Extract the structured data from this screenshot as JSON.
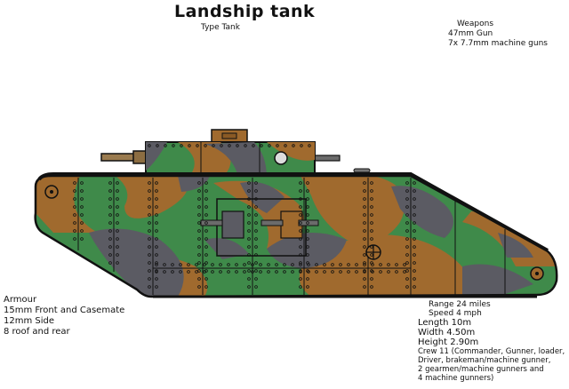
{
  "header": {
    "title": "Landship tank",
    "subtitle": "Type Tank"
  },
  "weapons": {
    "heading": "Weapons",
    "lines": [
      "47mm Gun",
      "7x 7.7mm machine guns"
    ]
  },
  "armour": {
    "heading": "Armour",
    "lines": [
      "15mm Front and Casemate",
      "12mm Side",
      "8 roof and rear"
    ]
  },
  "performance": {
    "range": "Range 24 miles",
    "speed": "Speed 4 mph"
  },
  "dimensions": {
    "length": "Length 10m",
    "width": "Width 4.50m",
    "height": "Height 2.90m",
    "crew": [
      "Crew 11 (Commander, Gunner, loader,",
      "Driver, brakeman/machine gunner,",
      "2 gearmen/machine gunners and",
      "4 machine gunners)"
    ]
  },
  "colors": {
    "camo_green": "#3f8a4a",
    "camo_brown": "#a06a2e",
    "camo_grey": "#5b5b63",
    "outline": "#111111",
    "gun": "#9a7b4f"
  }
}
